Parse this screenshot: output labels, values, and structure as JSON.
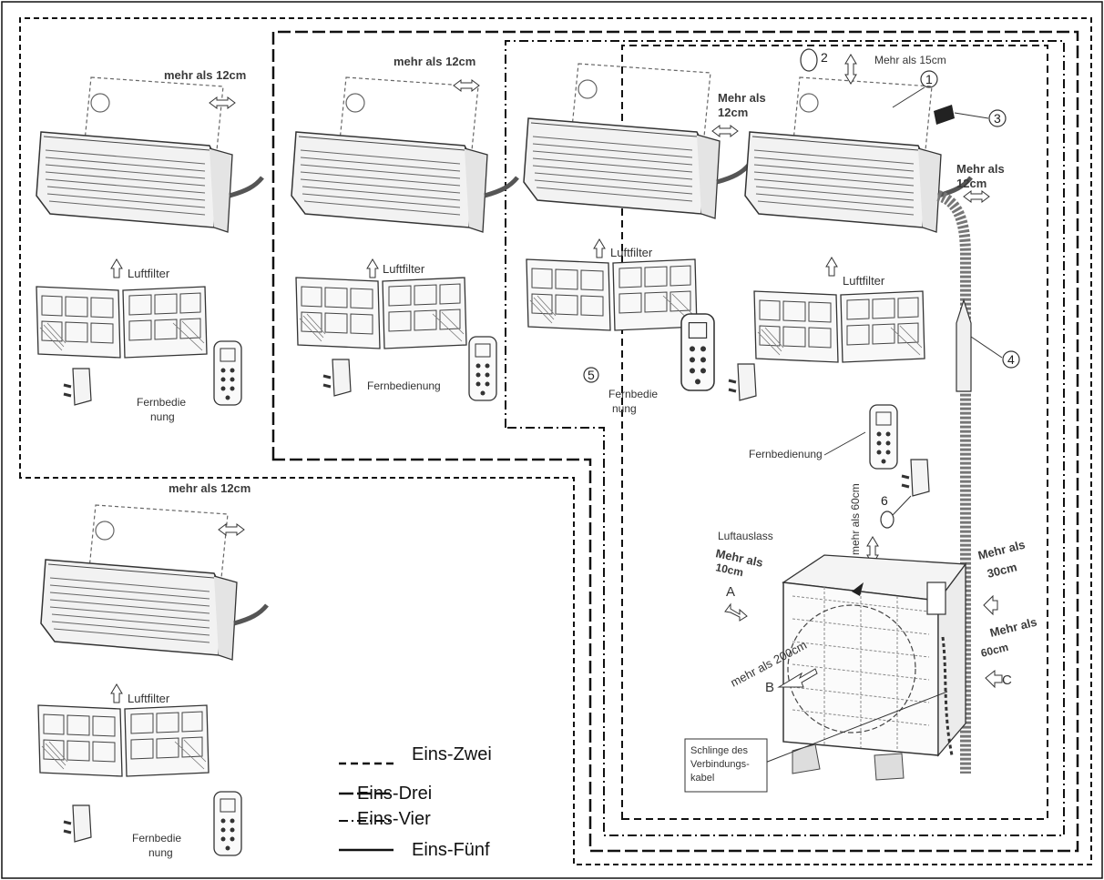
{
  "labels": {
    "dist_12cm": "mehr als 12cm",
    "dist_12cm_cap": "Mehr als",
    "dist_12cm_val": "12cm",
    "dist_15cm": "Mehr als 15cm",
    "dist_60cm": "mehr als 60cm",
    "dist_10cm_a": "Mehr als",
    "dist_10cm_b": "10cm",
    "dist_30cm_a": "Mehr als",
    "dist_30cm_b": "30cm",
    "dist_60cm_a": "Mehr als",
    "dist_60cm_b": "60cm",
    "dist_200cm": "mehr als 200cm",
    "luftfilter": "Luftfilter",
    "fernbedienung": "Fernbedienung",
    "fernbedie": "Fernbedie",
    "nung": "nung",
    "luftauslass": "Luftauslass",
    "side_a": "A",
    "side_b": "B",
    "side_c": "C",
    "callout_1": "Schlinge des",
    "callout_2": "Verbindungs-",
    "callout_3": "kabel"
  },
  "numbers": {
    "n1": "1",
    "n2": "2",
    "n3": "3",
    "n4": "4",
    "n5": "5",
    "n6": "6"
  },
  "legend": [
    {
      "label": "Eins-Zwei",
      "style": "dashed"
    },
    {
      "label": "Eins-Drei",
      "style": "long-dash"
    },
    {
      "label": "Eins-Vier",
      "style": "dash-dot"
    },
    {
      "label": "Eins-Fünf",
      "style": "solid"
    }
  ],
  "colors": {
    "line": "#111111",
    "sketch": "#555555",
    "text": "#333333"
  }
}
